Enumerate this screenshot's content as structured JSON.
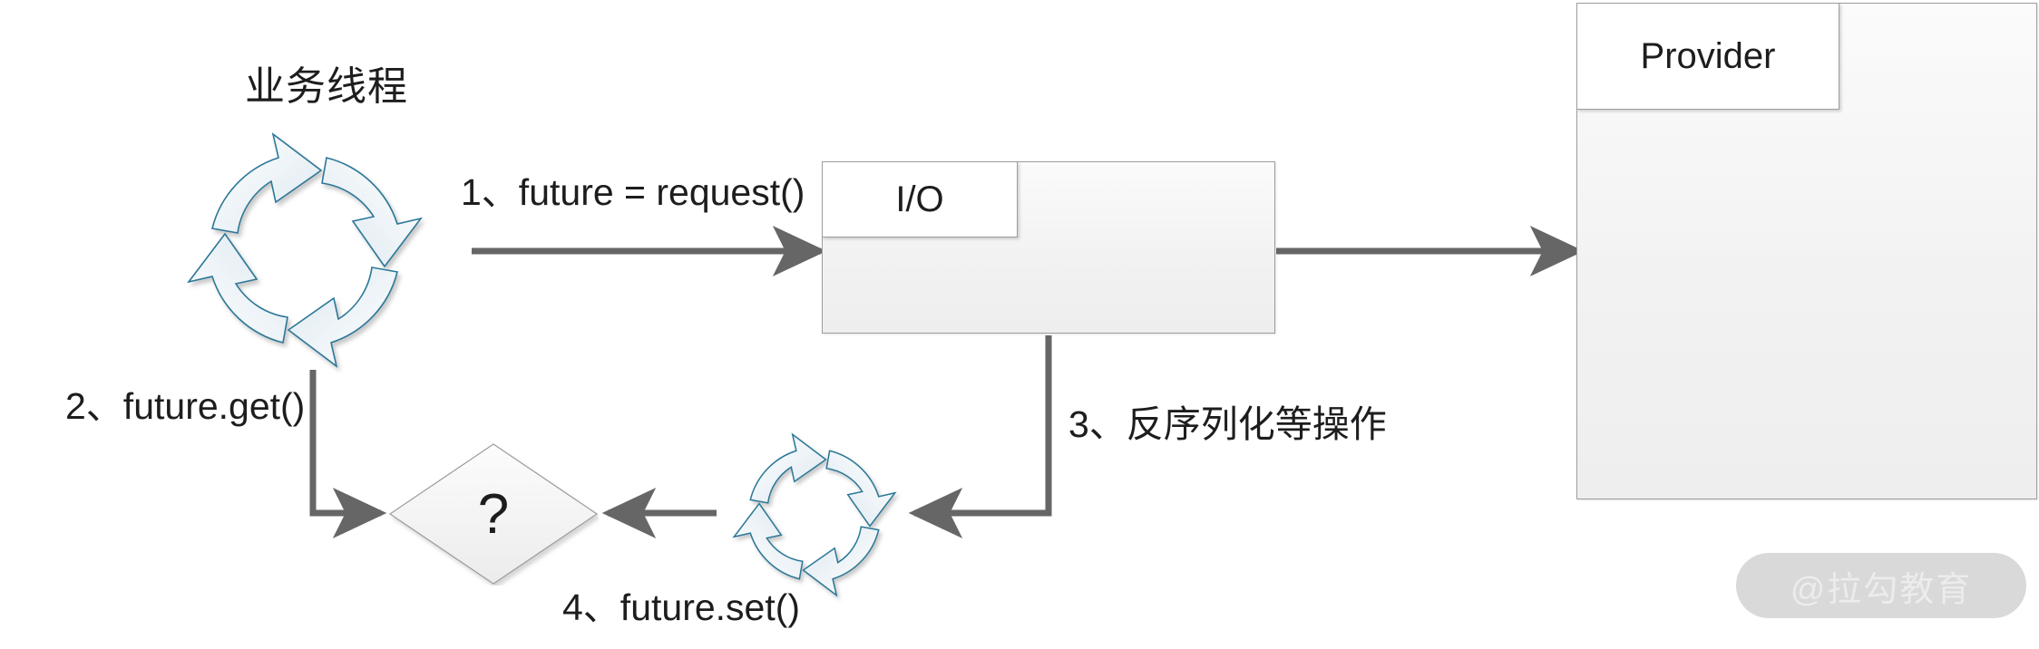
{
  "diagram": {
    "title": "业务线程",
    "watermark": "@拉勾教育",
    "labels": {
      "step1": "1、future = request()",
      "step2": "2、future.get()",
      "step3": "3、反序列化等操作",
      "step4": "4、future.set()"
    },
    "nodes": {
      "io_box": "I/O",
      "provider_box": "Provider",
      "decision": "?"
    },
    "colors": {
      "arrow_stroke": "#2b7898",
      "arrow_fill": "#eef4f8",
      "connector": "#666666",
      "box_border": "#9d9d9d",
      "box_fill": "#f2f2f2",
      "text": "#1d1d1f",
      "watermark_pill": "#d9d9d9"
    },
    "icons": {
      "cycle_big": "circular-arrows-icon",
      "cycle_small": "circular-arrows-icon"
    }
  }
}
